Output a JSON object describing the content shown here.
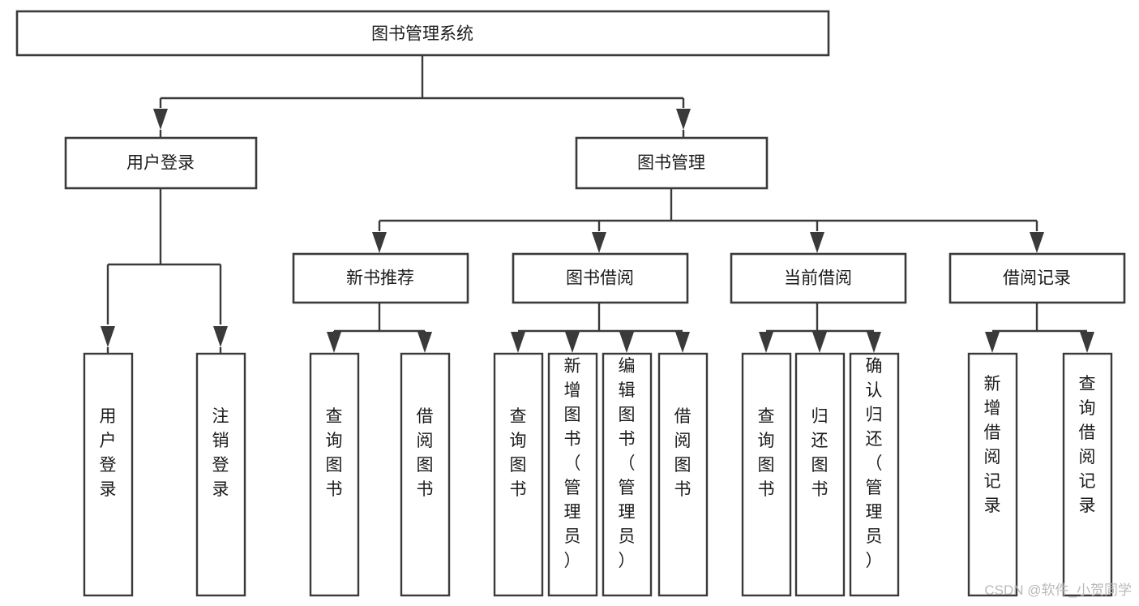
{
  "diagram": {
    "title": "图书管理系统",
    "type": "tree",
    "orientation": "top-down",
    "colors": {
      "box_stroke": "#3a3a3a",
      "box_fill": "#ffffff",
      "connector": "#3a3a3a",
      "text": "#1b1b1b",
      "background": "#ffffff",
      "watermark": "#b9b9b9"
    },
    "watermark": "CSDN @软件_小贺同学"
  },
  "nodes": {
    "root": {
      "label": "图书管理系统"
    },
    "level2": [
      {
        "id": "user-login",
        "label": "用户登录"
      },
      {
        "id": "book-manage",
        "label": "图书管理"
      }
    ],
    "level3": [
      {
        "id": "new-book-recommend",
        "label": "新书推荐"
      },
      {
        "id": "book-borrow",
        "label": "图书借阅"
      },
      {
        "id": "current-borrow",
        "label": "当前借阅"
      },
      {
        "id": "borrow-record",
        "label": "借阅记录"
      }
    ],
    "leaves": {
      "user-login": [
        {
          "id": "leaf-user-login",
          "label": "用户登录"
        },
        {
          "id": "leaf-user-logout",
          "label": "注销登录"
        }
      ],
      "new-book-recommend": [
        {
          "id": "leaf-query-book-1",
          "label": "查询图书"
        },
        {
          "id": "leaf-borrow-book-1",
          "label": "借阅图书"
        }
      ],
      "book-borrow": [
        {
          "id": "leaf-query-book-2",
          "label": "查询图书"
        },
        {
          "id": "leaf-add-book",
          "label": "新增图书（管理员）"
        },
        {
          "id": "leaf-edit-book",
          "label": "编辑图书（管理员）"
        },
        {
          "id": "leaf-borrow-book-2",
          "label": "借阅图书"
        }
      ],
      "current-borrow": [
        {
          "id": "leaf-query-book-3",
          "label": "查询图书"
        },
        {
          "id": "leaf-return-book",
          "label": "归还图书"
        },
        {
          "id": "leaf-confirm-return",
          "label": "确认归还（管理员）"
        }
      ],
      "borrow-record": [
        {
          "id": "leaf-add-record",
          "label": "新增借阅记录"
        },
        {
          "id": "leaf-query-record",
          "label": "查询借阅记录"
        }
      ]
    }
  }
}
